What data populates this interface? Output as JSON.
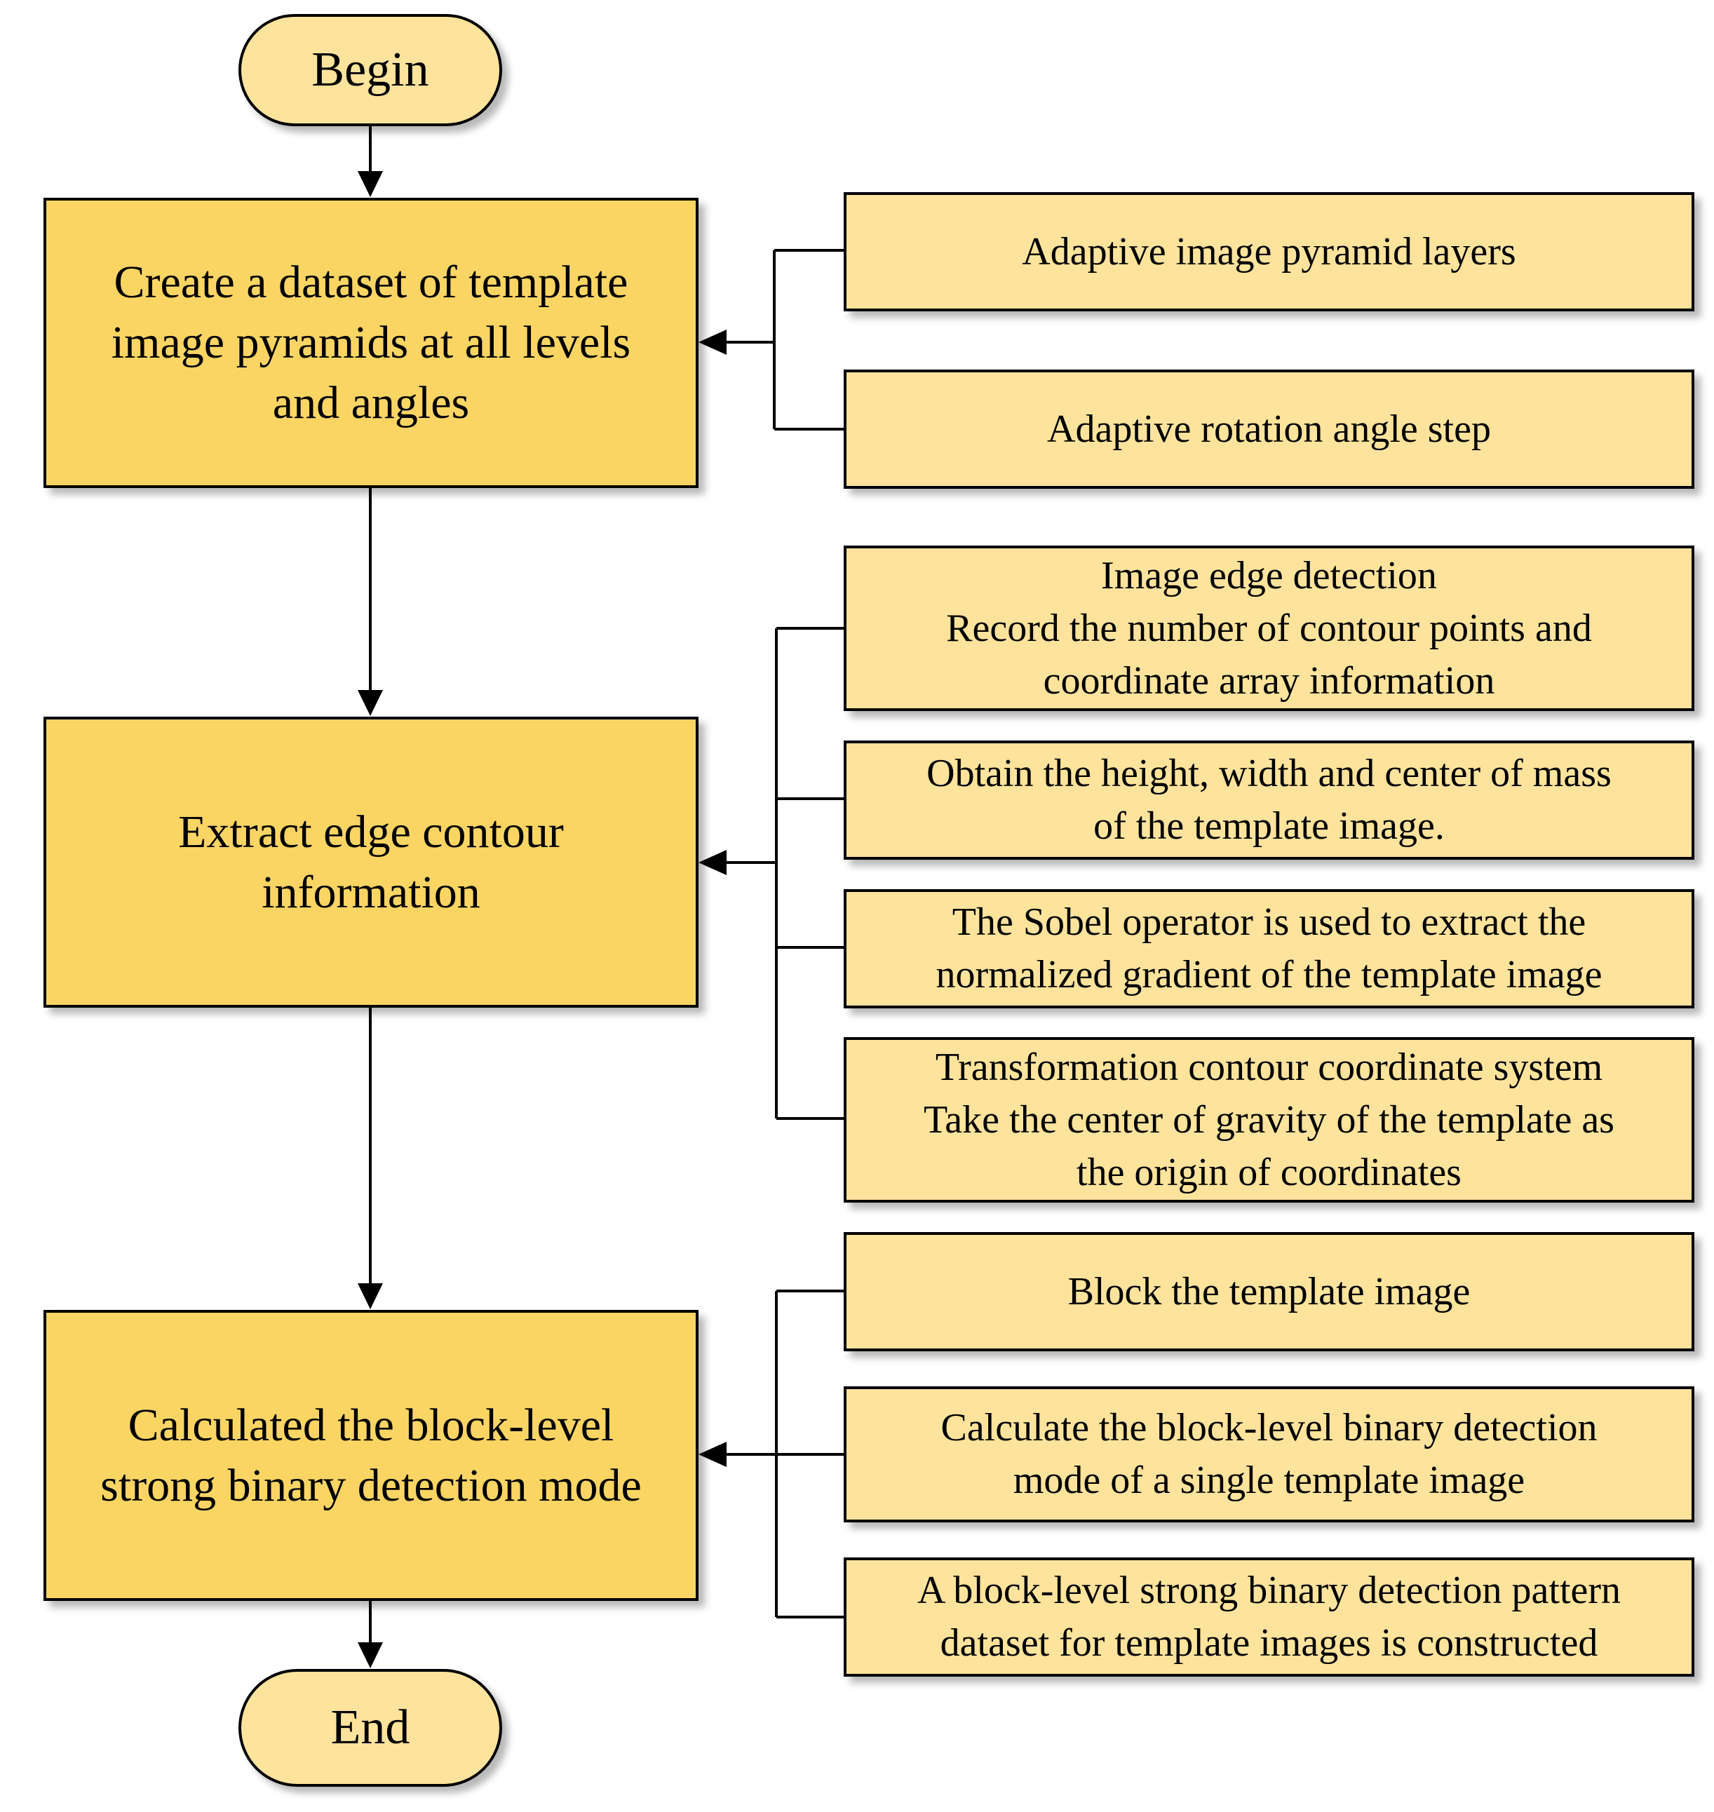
{
  "diagram": {
    "start": "Begin",
    "end": "End",
    "steps": [
      {
        "label": "Create a dataset of template\nimage pyramids at all levels\nand angles",
        "details": [
          "Adaptive image pyramid layers",
          "Adaptive rotation angle step"
        ]
      },
      {
        "label": "Extract edge contour\ninformation",
        "details": [
          "Image edge detection\nRecord the number of contour points and\ncoordinate array information",
          "Obtain the height, width and center of mass\nof the template image.",
          "The Sobel operator is used to extract the\nnormalized gradient of the template image",
          "Transformation contour coordinate system\nTake the center of gravity of the template as\nthe origin of coordinates"
        ]
      },
      {
        "label": "Calculated the block-level\nstrong binary detection mode",
        "details": [
          "Block the template image",
          "Calculate the block-level binary detection\nmode of a single template image",
          "A block-level strong binary detection pattern\ndataset for template images is constructed"
        ]
      }
    ],
    "colors": {
      "process_fill": "#fbd564",
      "detail_fill": "#fde39c",
      "terminal_fill": "#fde39c",
      "stroke": "#000000"
    }
  }
}
